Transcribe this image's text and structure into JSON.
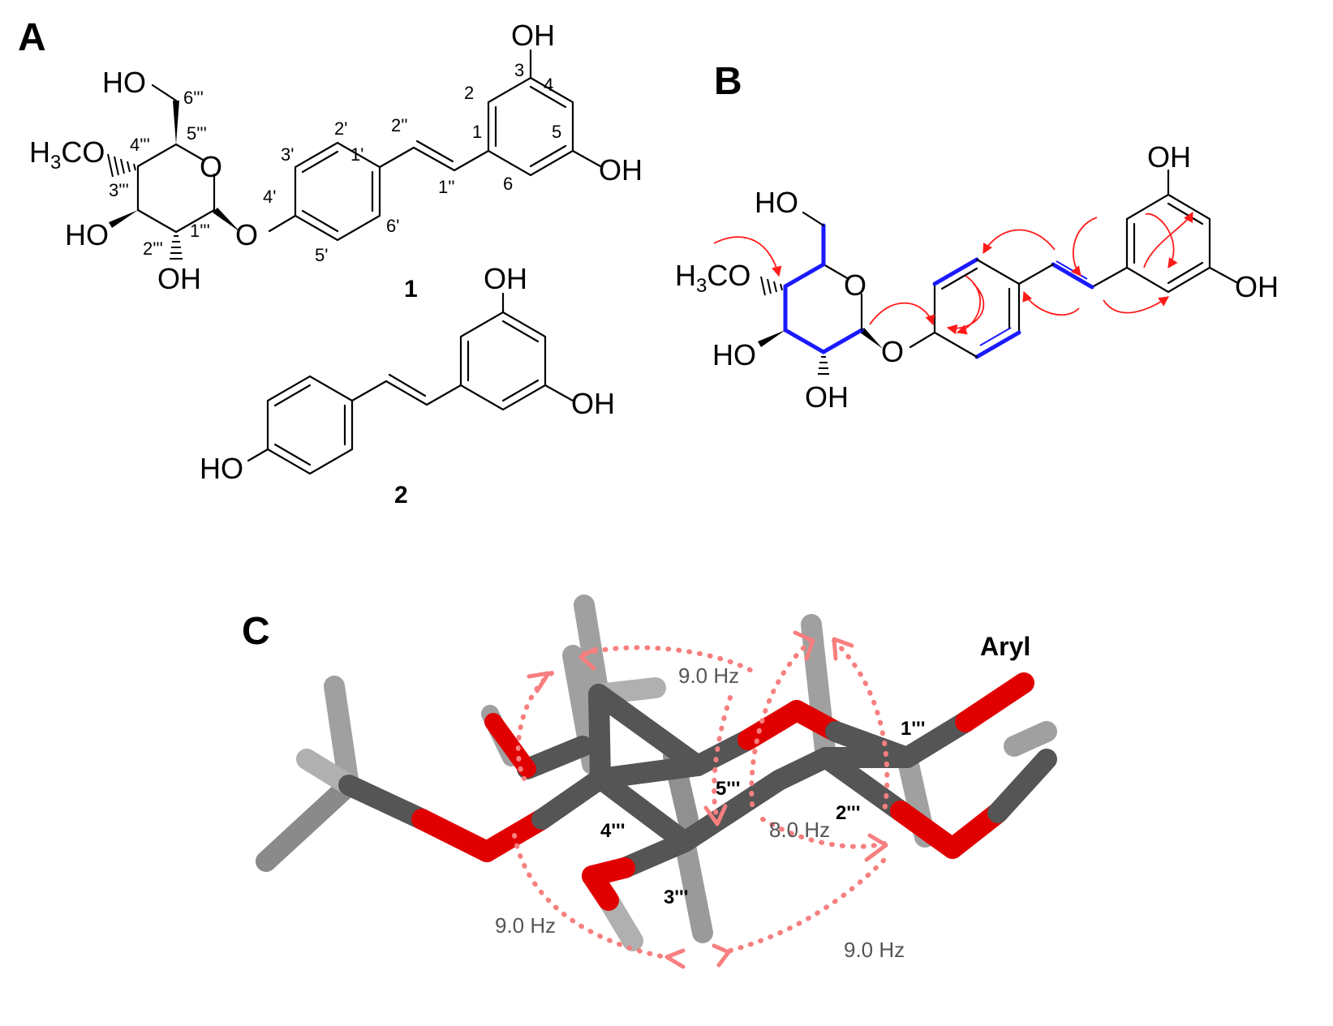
{
  "panels": {
    "a": "A",
    "b": "B",
    "c": "C"
  },
  "compound_labels": {
    "c1": "1",
    "c2": "2"
  },
  "groups": {
    "oh": "OH",
    "ho": "HO",
    "h3co_h": "H",
    "h3co_3": "3",
    "h3co_co": "CO",
    "o": "O"
  },
  "numbering": {
    "n2": "2",
    "n3": "3",
    "n4": "4",
    "n5": "5",
    "n6": "6",
    "n1": "1",
    "n2pp": "2''",
    "n1pp": "1''",
    "n1p": "1'",
    "n2p": "2'",
    "n3p": "3'",
    "n4p": "4'",
    "n5p": "5'",
    "n6p": "6'",
    "n1ppp": "1'''",
    "n2ppp": "2'''",
    "n3ppp": "3'''",
    "n4ppp": "4'''",
    "n5ppp": "5'''",
    "n6ppp": "6'''"
  },
  "panel_c": {
    "aryl": "Aryl",
    "j_top": "9.0 Hz",
    "j_mid": "8.0 Hz",
    "j_left": "9.0 Hz",
    "j_bottom": "9.0 Hz",
    "atom_1ppp": "1'''",
    "atom_2ppp": "2'''",
    "atom_3ppp": "3'''",
    "atom_4ppp": "4'''",
    "atom_5ppp": "5'''"
  },
  "colors": {
    "bond": "#000000",
    "hmbc_arrow": "#ff1a1a",
    "cosy_bond": "#1a1aff",
    "carbon": "#555555",
    "oxygen": "#e00000",
    "hydrogen": "#a0a0a0",
    "coupling": "#f77f7f"
  }
}
